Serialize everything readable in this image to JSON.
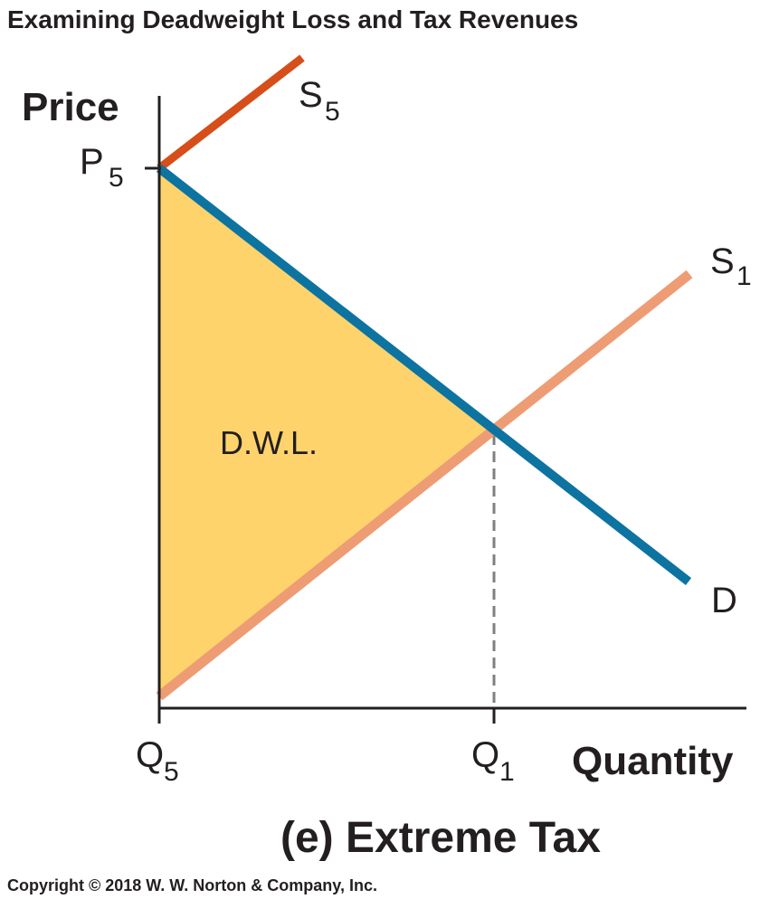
{
  "figure": {
    "title": "Examining Deadweight Loss and Tax Revenues",
    "caption": "(e) Extreme Tax",
    "copyright": "Copyright © 2018 W. W. Norton & Company, Inc."
  },
  "axes": {
    "y_title": "Price",
    "x_title": "Quantity",
    "y_tick_main": "P",
    "y_tick_sub": "5",
    "x_ticks": [
      {
        "main": "Q",
        "sub": "5"
      },
      {
        "main": "Q",
        "sub": "1"
      }
    ]
  },
  "curves": {
    "supply_taxed": {
      "main": "S",
      "sub": "5",
      "color": "#d64e1a"
    },
    "supply_original": {
      "main": "S",
      "sub": "1",
      "color": "#ee9c74"
    },
    "demand": {
      "main": "D",
      "sub": "",
      "color": "#0d73a1"
    }
  },
  "regions": {
    "deadweight_loss": {
      "label": "D.W.L.",
      "color": "#fed36c"
    }
  },
  "colors": {
    "axis": "#231f20",
    "guide": "#808080",
    "text": "#231f20"
  }
}
